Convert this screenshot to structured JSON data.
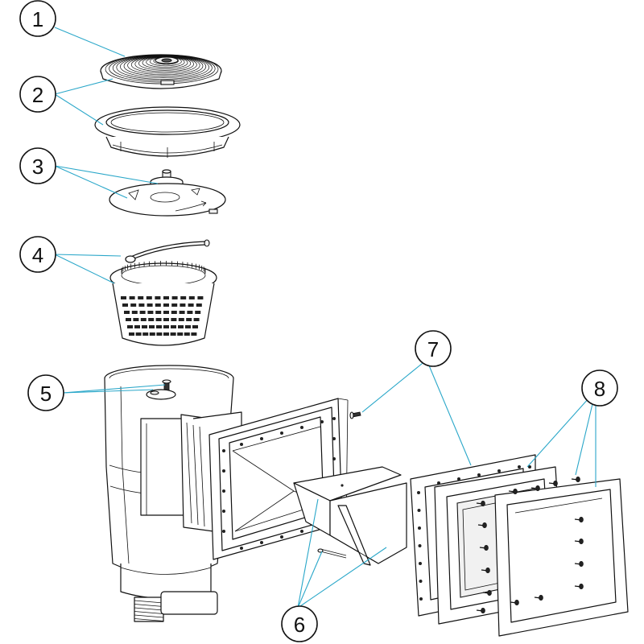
{
  "callouts": [
    {
      "id": "1",
      "label": "1"
    },
    {
      "id": "2",
      "label": "2"
    },
    {
      "id": "3",
      "label": "3"
    },
    {
      "id": "4",
      "label": "4"
    },
    {
      "id": "5",
      "label": "5"
    },
    {
      "id": "6",
      "label": "6"
    },
    {
      "id": "7",
      "label": "7"
    },
    {
      "id": "8",
      "label": "8"
    }
  ],
  "colors": {
    "leader": "#2aa7c9",
    "outline": "#111111"
  }
}
